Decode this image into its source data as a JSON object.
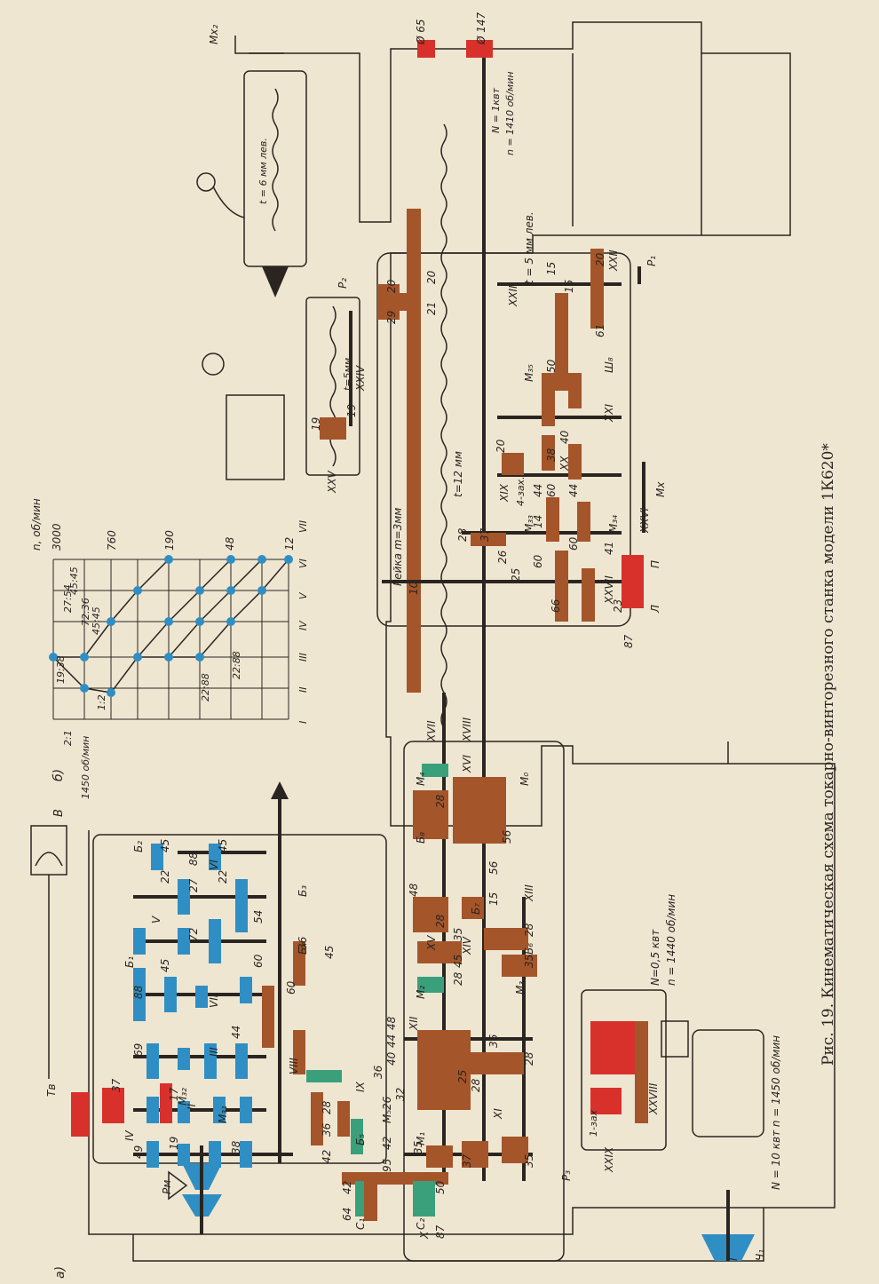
{
  "caption": "Рис. 19. Кинематическая схема токарно-винторезного станка модели 1К620*",
  "labels": {
    "part_a": "а)",
    "part_b": "б)",
    "gauge": "В",
    "motor_main": "N = 10 квт  n = 1450 об/мин",
    "motor_fast": "N=0,5 квт",
    "motor_fast_n": "n = 1440 об/мин",
    "motor_top": "N = 1квт",
    "motor_top_n": "n = 1410 об/мин",
    "phi65": "Ø 65",
    "phi147": "Ø 147",
    "rack": "Рейка m=3мм",
    "leadscrew": "t=12 мм",
    "feed_screw": "t = 5 мм лев.",
    "cross_screw": "t=5мм",
    "tail_screw": "t = 6 мм лев.",
    "worm": "4-зах.",
    "worm1": "1-зах",
    "rpm_axis": "n, об/мин",
    "rpm_in": "1450 об/мин",
    "ratio_21": "2:1",
    "ratio_12": "1:2",
    "Mx2": "Mx₂",
    "Mx": "Mx",
    "P1": "P₁",
    "P2": "P₂",
    "P3": "P₃",
    "Ch": "Ч₁",
    "Pm": "Рм",
    "Tv": "Тв",
    "Ml": "Л",
    "Pl": "П"
  },
  "chart_data": {
    "type": "diagram",
    "shafts_axis": [
      "I",
      "II",
      "III",
      "IV",
      "V",
      "VI",
      "VII"
    ],
    "top_rpm": [
      "3000",
      "760",
      "190",
      "48",
      "12"
    ],
    "ratios": [
      "19:38",
      "72:36",
      "45:45",
      "27:54",
      "45:45",
      "22:88",
      "22:88"
    ],
    "shaft_numbers": [
      "I",
      "II",
      "III",
      "IV",
      "V",
      "VI",
      "VII",
      "VIII",
      "IX",
      "X",
      "XI",
      "XII",
      "XIII",
      "XIV",
      "XV",
      "XVI",
      "XVII",
      "XVIII",
      "XIX",
      "XX",
      "XXI",
      "XXII",
      "XXIII",
      "XXIV",
      "XXV",
      "XXVI",
      "XXVII",
      "XXVIII",
      "XXIX"
    ],
    "gear_teeth_left": [
      "45",
      "22",
      "88",
      "27",
      "72",
      "54",
      "45",
      "88",
      "45",
      "22",
      "69",
      "44",
      "37",
      "17",
      "49",
      "19",
      "38",
      "60",
      "60",
      "36",
      "45"
    ],
    "gear_teeth_bottom": [
      "42",
      "64",
      "95",
      "42",
      "42",
      "50",
      "87",
      "35",
      "28",
      "36",
      "26",
      "32",
      "36",
      "40",
      "44",
      "48",
      "37",
      "35",
      "25",
      "28",
      "36",
      "28"
    ],
    "gear_teeth_feed": [
      "28",
      "48",
      "56",
      "56",
      "15",
      "35",
      "28",
      "45",
      "28",
      "35",
      "28"
    ],
    "apron_teeth": [
      "20",
      "20",
      "21",
      "29",
      "19",
      "19",
      "15",
      "15",
      "20",
      "61",
      "50",
      "38",
      "40",
      "44",
      "60",
      "44",
      "14",
      "60",
      "41",
      "60",
      "66",
      "23",
      "87",
      "37",
      "28",
      "26",
      "25",
      "10",
      "20"
    ],
    "clutches": [
      "M₁",
      "M₂",
      "M₃",
      "M₄",
      "M₅",
      "M₀",
      "М₃₁",
      "М₃₂",
      "М₃₃",
      "М₃₄",
      "М₃₅",
      "Ш₈",
      "Б₁",
      "Б₂",
      "Б₃",
      "Б₄",
      "Б₅",
      "Б₆",
      "Б₇",
      "Б₈",
      "С₁",
      "С₂"
    ]
  }
}
